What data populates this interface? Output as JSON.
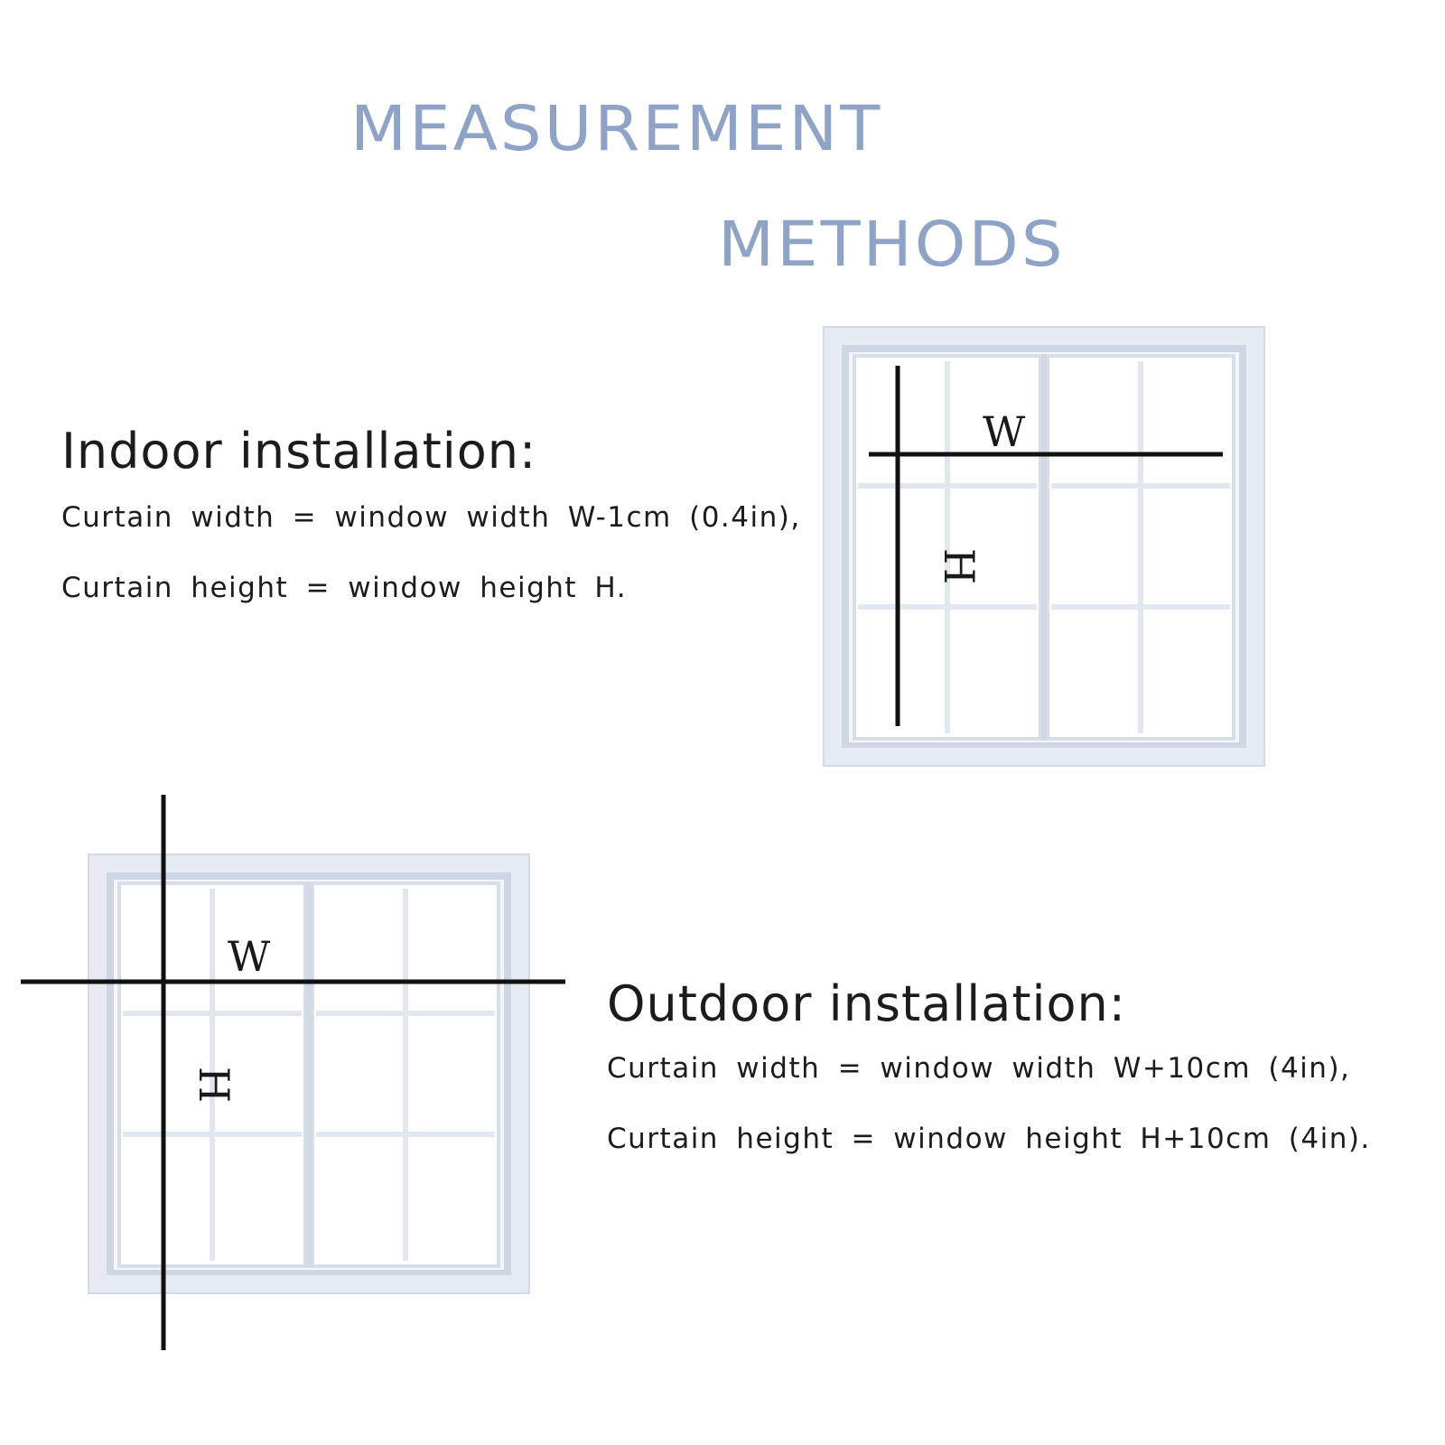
{
  "title": {
    "line1": "MEASUREMENT",
    "line2": "METHODS"
  },
  "indoor": {
    "heading": "Indoor installation:",
    "width_rule": "Curtain width = window width W-1cm (0.4in),",
    "height_rule": "Curtain height = window height H.",
    "diagram": {
      "width_label": "W",
      "height_label": "H"
    }
  },
  "outdoor": {
    "heading": "Outdoor installation:",
    "width_rule": "Curtain width = window width W+10cm (4in),",
    "height_rule": "Curtain height = window height H+10cm (4in).",
    "diagram": {
      "width_label": "W",
      "height_label": "H"
    }
  },
  "colors": {
    "title": "#8ea3c6",
    "frame": "#e3e8f2",
    "frame_shade": "#cfd6e4",
    "measure_line": "#111111"
  }
}
